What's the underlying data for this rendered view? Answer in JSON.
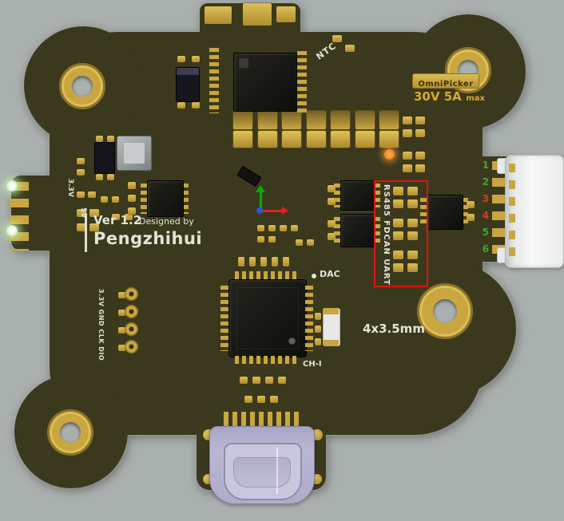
{
  "scene": {
    "background": "#a9b0ae",
    "board_color": "#3b391d",
    "gold": "#c9a640",
    "silkscreen_color": "#e3e4d6",
    "highlight_box_color": "#e41212",
    "rating_text_color": "#d8a830",
    "pin_green": "#3aa53a",
    "pin_red": "#d04028"
  },
  "silkscreen": {
    "ntc": "NTC",
    "brand_chip": "OmniPicker",
    "rating": "30V 5A",
    "rating_suffix": "max",
    "version": "Ver 1.2",
    "designed_by": "Designed by",
    "author": "Pengzhihui",
    "rail_3v3": "3.3V",
    "rail_5v": "5V",
    "dac": "DAC",
    "ch_i": "CH-I",
    "mount_note": "4x3.5mm",
    "bus_labels": "RS485 FDCAN UART",
    "debug_header": "3.3V GND CLK DIO"
  },
  "connector": {
    "pin_numbers": [
      {
        "n": "1",
        "color": "#3aa53a"
      },
      {
        "n": "2",
        "color": "#3aa53a"
      },
      {
        "n": "3",
        "color": "#d04028"
      },
      {
        "n": "4",
        "color": "#d04028"
      },
      {
        "n": "5",
        "color": "#3aa53a"
      },
      {
        "n": "6",
        "color": "#3aa53a"
      }
    ]
  }
}
